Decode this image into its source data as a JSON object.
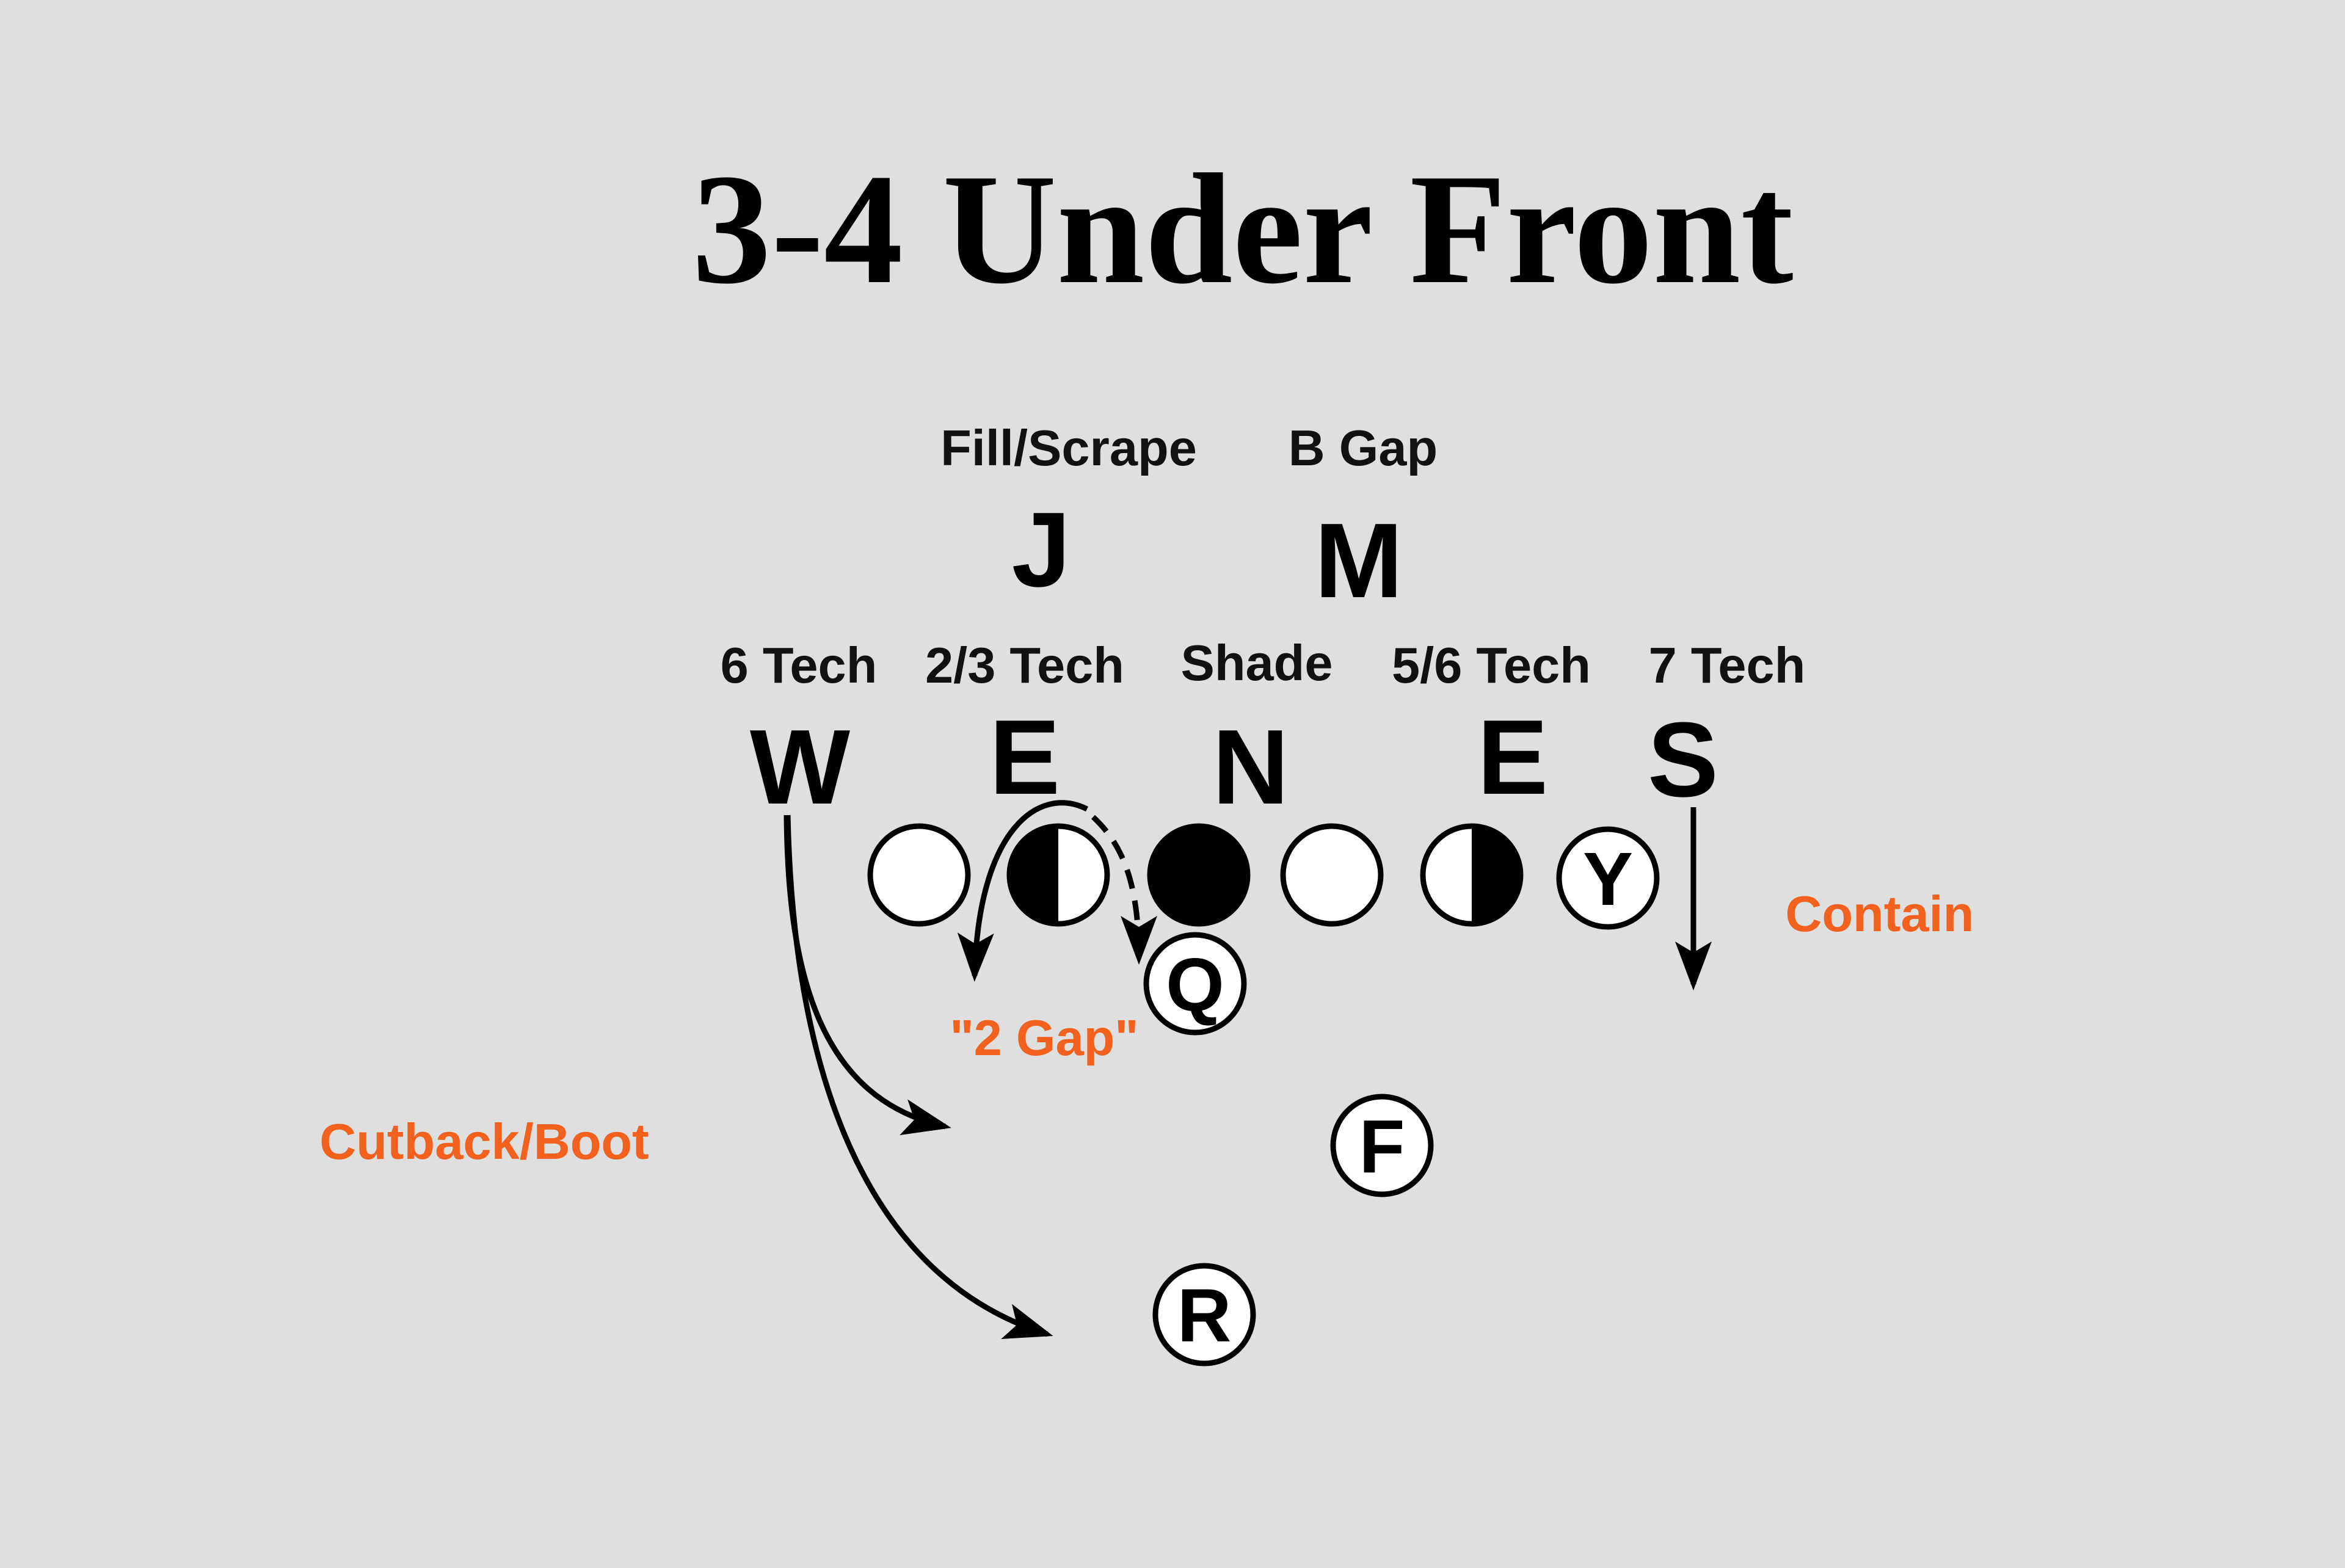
{
  "title": "3-4 Under Front",
  "linebacker_assignments": {
    "left": "Fill/Scrape",
    "right": "B Gap"
  },
  "linebackers": {
    "left": "J",
    "right": "M"
  },
  "techniques": {
    "w": "6 Tech",
    "e_left": "2/3 Tech",
    "n": "Shade",
    "e_right": "5/6 Tech",
    "s": "7 Tech"
  },
  "defenders": {
    "w": "W",
    "e_left": "E",
    "n": "N",
    "e_right": "E",
    "s": "S"
  },
  "offense": {
    "y": "Y",
    "q": "Q",
    "f": "F",
    "r": "R"
  },
  "notes": {
    "contain": "Contain",
    "two_gap": "\"2 Gap\"",
    "cutback": "Cutback/Boot"
  },
  "colors": {
    "background": "#dfdfdf",
    "note": "#f2611d",
    "ink": "#000000"
  }
}
